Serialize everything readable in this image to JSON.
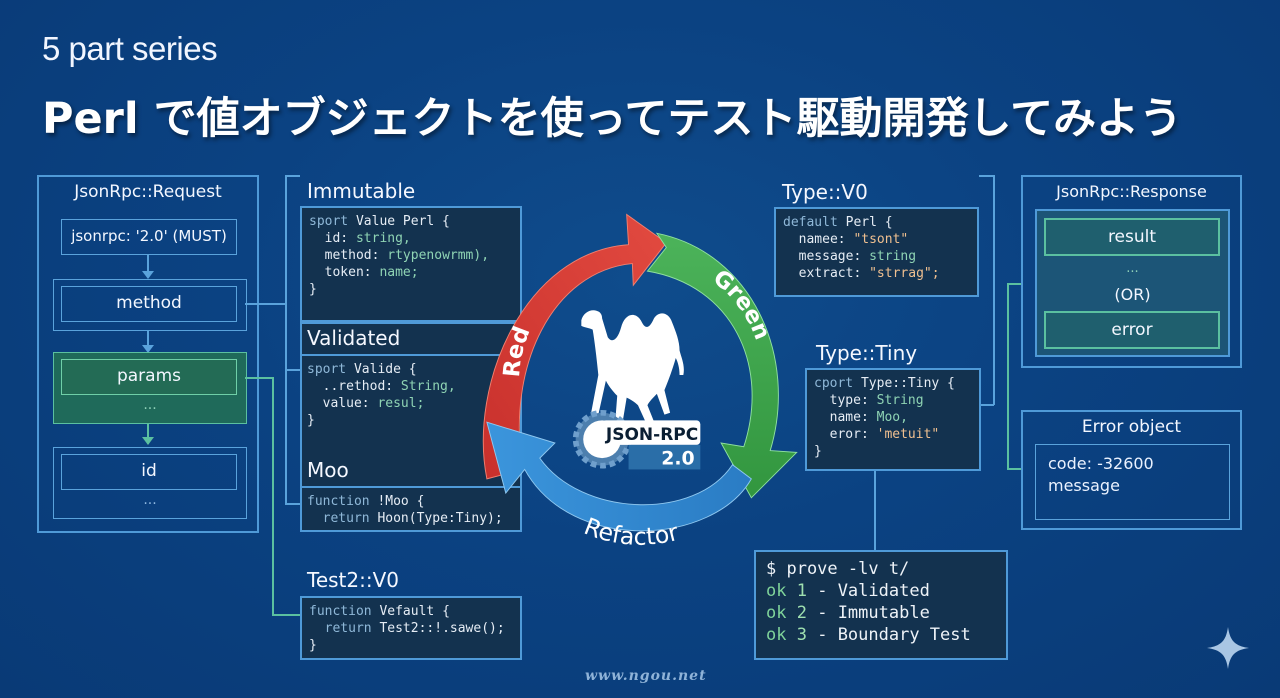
{
  "header": {
    "subtitle": "5 part series",
    "title": "Perl で値オブジェクトを使ってテスト駆動開発してみよう"
  },
  "request": {
    "title": "JsonRpc::Request",
    "jsonrpc": "jsonrpc: '2.0' (MUST)",
    "method": "method",
    "params": "params",
    "params_more": "...",
    "id": "id",
    "id_more": "..."
  },
  "immutable": {
    "heading": "Immutable",
    "lines": [
      {
        "kw": "sport",
        "rest": " Value Perl {"
      },
      {
        "kw": "  id:",
        "ty": " string,"
      },
      {
        "kw": "  method:",
        "ty": " rtypenowrmm),"
      },
      {
        "kw": "  token:",
        "ty": " name;"
      },
      {
        "kw": "}",
        "rest": ""
      }
    ]
  },
  "validated": {
    "heading": "Validated",
    "lines": [
      {
        "kw": "sport",
        "rest": " Valide {"
      },
      {
        "kw": "  ..rethod:",
        "ty": " String,"
      },
      {
        "kw": "  value:",
        "ty": " resul;"
      },
      {
        "kw": "}",
        "rest": ""
      }
    ]
  },
  "moo": {
    "heading": "Moo",
    "lines": [
      {
        "kw": "function",
        "rest": " !Moo {"
      },
      {
        "kw": "  return",
        "rest": " Hoon(Type:Tiny);"
      }
    ]
  },
  "test2": {
    "heading": "Test2::V0",
    "lines": [
      {
        "kw": "function",
        "rest": " Vefault {"
      },
      {
        "kw": "  return",
        "rest": " Test2::!.sawe();"
      },
      {
        "kw": "}",
        "rest": ""
      }
    ]
  },
  "typev0": {
    "heading": "Type::V0",
    "lines": [
      {
        "kw": "default",
        "rest": " Perl {"
      },
      {
        "kw": "  namee:",
        "st": " \"tsont\""
      },
      {
        "kw": "  message:",
        "ty": " string"
      },
      {
        "kw": "  extract:",
        "st": " \"strrag\";"
      }
    ]
  },
  "typetiny": {
    "heading": "Type::Tiny",
    "lines": [
      {
        "kw": "cport",
        "rest": " Type::Tiny {"
      },
      {
        "kw": "  type:",
        "ty": " String"
      },
      {
        "kw": "  name:",
        "ty": " Moo,"
      },
      {
        "kw": "  eror:",
        "st": " 'metuit\""
      },
      {
        "kw": "}",
        "rest": ""
      }
    ]
  },
  "cycle": {
    "red_label": "Red",
    "green_label": "Green",
    "refactor_label": "Refactor",
    "red_color": "#d9403a",
    "green_color": "#3fa650",
    "blue_color": "#2f86cf",
    "badge_text": "JSON-RPC",
    "badge_version": "2.0"
  },
  "response": {
    "title": "JsonRpc::Response",
    "result": "result",
    "more": "...",
    "or": "(OR)",
    "error": "error"
  },
  "error_object": {
    "title": "Error object",
    "code": "code: -32600",
    "message": "message"
  },
  "terminal": {
    "command": "$ prove -lv t/",
    "results": [
      {
        "ok": "ok",
        "n": "1",
        "label": " - Validated"
      },
      {
        "ok": "ok",
        "n": "2",
        "label": " - Immutable"
      },
      {
        "ok": "ok",
        "n": "3",
        "label": " - Boundary Test"
      }
    ]
  },
  "footer": {
    "watermark": "www.ngou.net",
    "sparkle_icon": "sparkle-icon"
  }
}
